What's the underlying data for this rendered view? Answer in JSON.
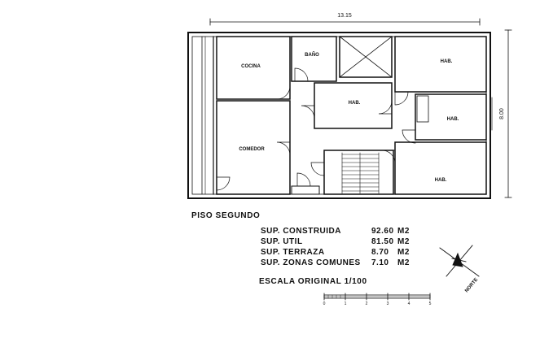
{
  "plan": {
    "dimension_width": "13.15",
    "dimension_height": "8.00",
    "rooms": {
      "cocina": "COCINA",
      "bano": "BAÑO",
      "comedor": "COMEDOR",
      "hab_center": "HAB.",
      "hab_top_right": "HAB.",
      "hab_mid_right": "HAB.",
      "hab_bottom_right": "HAB."
    }
  },
  "floor_title": "PISO SEGUNDO",
  "areas": [
    {
      "label": "SUP. CONSTRUIDA",
      "value": "92.60",
      "unit": "M2"
    },
    {
      "label": "SUP. UTIL",
      "value": "81.50",
      "unit": "M2"
    },
    {
      "label": "SUP. TERRAZA",
      "value": "8.70",
      "unit": "M2"
    },
    {
      "label": "SUP. ZONAS COMUNES",
      "value": "7.10",
      "unit": "M2"
    }
  ],
  "scale_text": "ESCALA ORIGINAL 1/100",
  "scale_ticks": [
    "0",
    "1",
    "2",
    "3",
    "4",
    "5"
  ],
  "compass_label": "NORTE"
}
